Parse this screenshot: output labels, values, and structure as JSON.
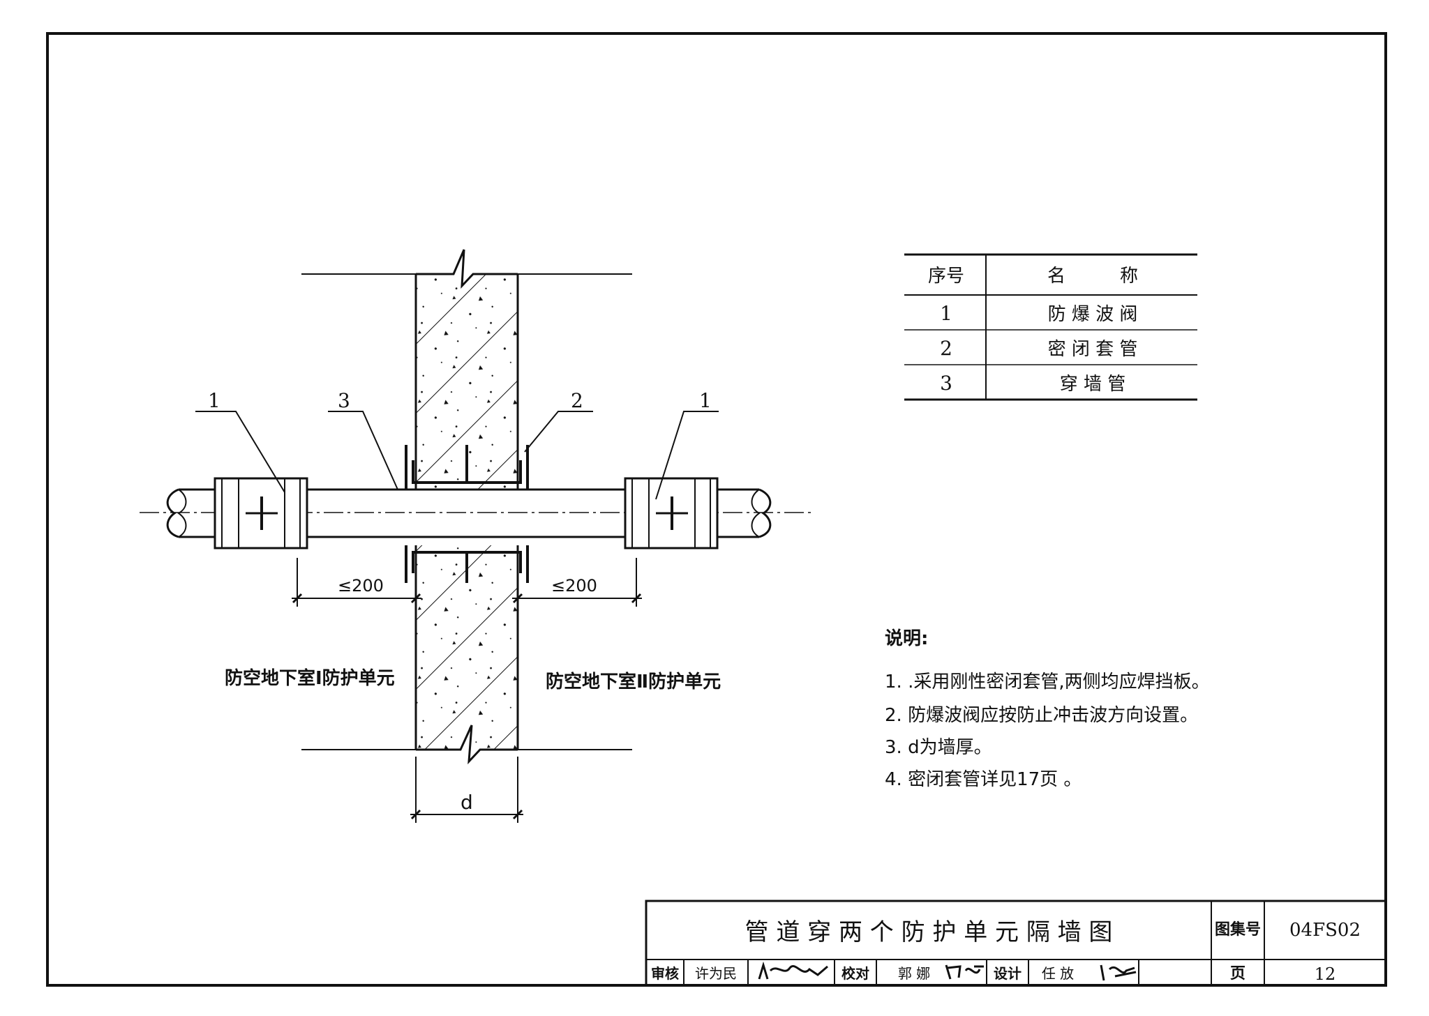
{
  "drawing": {
    "callouts": {
      "left_valve": "1",
      "wall_pipe": "3",
      "sleeve": "2",
      "right_valve": "1"
    },
    "dimensions": {
      "left": "≤200",
      "right": "≤200",
      "wall_thickness": "d"
    },
    "zones": {
      "left": "防空地下室Ⅰ防护单元",
      "right": "防空地下室Ⅱ防护单元"
    }
  },
  "legend_table": {
    "headers": {
      "seq": "序号",
      "name": "名　　　称"
    },
    "rows": [
      {
        "seq": "1",
        "name": "防 爆 波 阀"
      },
      {
        "seq": "2",
        "name": "密 闭 套 管"
      },
      {
        "seq": "3",
        "name": "穿 墙 管"
      }
    ]
  },
  "notes": {
    "title": "说明:",
    "items": [
      "1. .采用刚性密闭套管,两侧均应焊挡板。",
      "2. 防爆波阀应按防止冲击波方向设置。",
      "3. d为墙厚。",
      "4. 密闭套管详见17页 。"
    ]
  },
  "title_block": {
    "title": "管 道 穿 两 个 防 护 单 元 隔 墙 图",
    "atlas_label": "图集号",
    "atlas_no": "04FS02",
    "review_label": "审核",
    "reviewer": "许为民",
    "check_label": "校对",
    "checker": "郭 娜",
    "design_label": "设计",
    "designer": "任 放",
    "page_label": "页",
    "page_no": "12"
  }
}
